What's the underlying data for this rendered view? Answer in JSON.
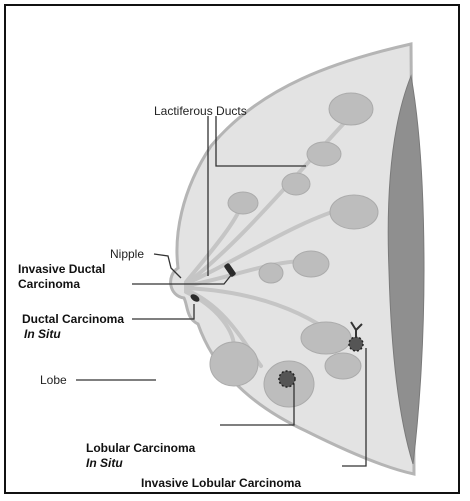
{
  "labels": {
    "lactiferous_ducts": "Lactiferous Ducts",
    "nipple": "Nipple",
    "invasive_ductal_1": "Invasive Ductal",
    "invasive_ductal_2": "Carcinoma",
    "dcis_1": "Ductal Carcinoma",
    "dcis_2": "In Situ",
    "lobe": "Lobe",
    "lcis_1": "Lobular Carcinoma",
    "lcis_2": "In Situ",
    "invasive_lobular": "Invasive Lobular Carcinoma"
  },
  "colors": {
    "breast_fill": "#e3e3e3",
    "lobe_fill": "#bdbdbd",
    "chest_wall": "#8f8f8f",
    "tumor": "#2a2a2a",
    "leader_line": "#333333"
  }
}
